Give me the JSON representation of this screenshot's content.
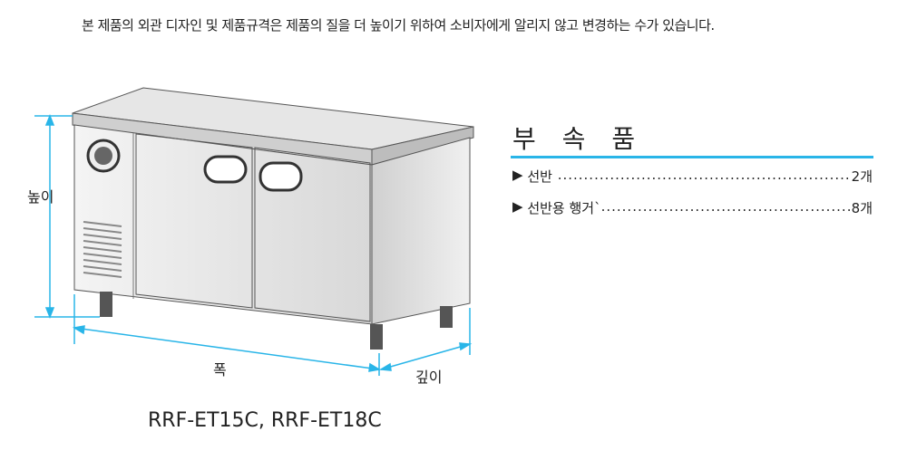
{
  "notice": "본 제품의 외관 디자인 및 제품규격은 제품의 질을 더 높이기 위하여 소비자에게 알리지 않고 변경하는 수가 있습니다.",
  "accessories": {
    "title": "부 속 품",
    "accent_color": "#29b5e8",
    "items": [
      {
        "name": "선반",
        "qty": "2개"
      },
      {
        "name": "선반용 행거`",
        "qty": "8개"
      }
    ]
  },
  "dimensions": {
    "height": "높이",
    "width": "폭",
    "depth": "깊이"
  },
  "model": "RRF-ET15C, RRF-ET18C"
}
